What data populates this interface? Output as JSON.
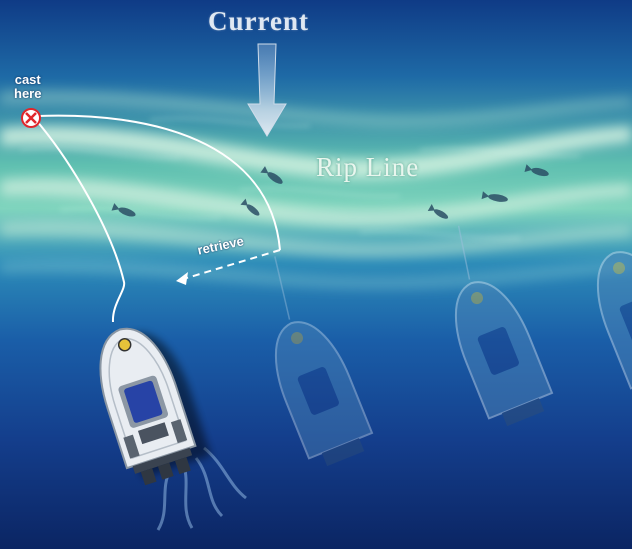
{
  "labels": {
    "current": "Current",
    "rip_line": "Rip Line",
    "cast_line1": "cast",
    "cast_line2": "here",
    "retrieve": "retrieve"
  },
  "icons": [
    "current-arrow-icon",
    "cast-target-x-icon",
    "boat-icon",
    "fish-icon"
  ],
  "colors": {
    "deep_water": "#0d2a6b",
    "mid_water": "#1d67ae",
    "rip_foam": "#cfeedd",
    "shallow_green": "#5fc0aa",
    "target_red": "#e0262b",
    "line_white": "#ffffff"
  },
  "boats": {
    "count": 4,
    "primary": "solid",
    "ghosts": "faded"
  }
}
